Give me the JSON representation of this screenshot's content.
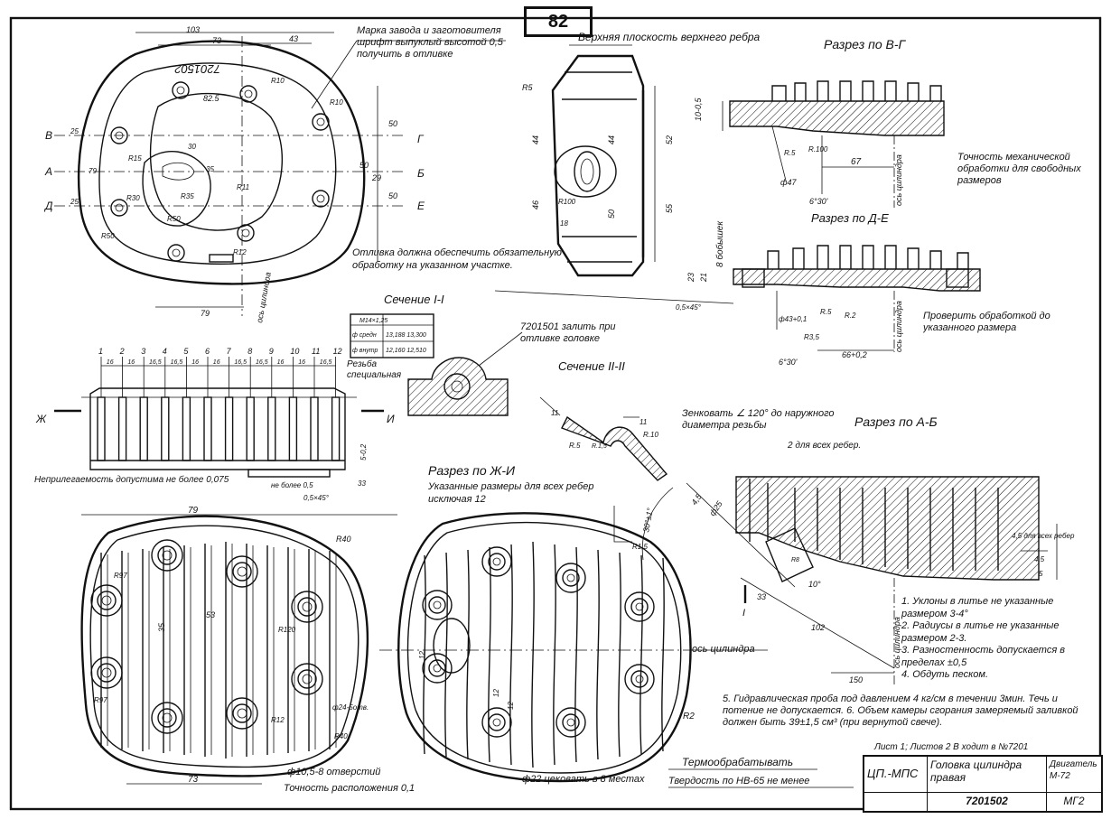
{
  "page_number": "82",
  "views": {
    "top_plan": {
      "dims": [
        "103",
        "73",
        "43",
        "82.5",
        "R50",
        "R10",
        "R15",
        "R35",
        "R10",
        "79",
        "79",
        "R11",
        "R30",
        "R50",
        "R12",
        "25",
        "25",
        "50",
        "50",
        "50",
        "29",
        "30",
        "35"
      ],
      "part_no_mirrored": "7201502",
      "note_marking": "Марка завода и заготовителя шрифт выпуклый высотой 0,5 получить в отливке",
      "section_letters_left": [
        "В",
        "А",
        "Д"
      ],
      "section_letters_right": [
        "Г",
        "Б",
        "Е"
      ],
      "axis_label": "ось цилиндра"
    },
    "side_view": {
      "title": "Верхняя плоскость верхнего ребра",
      "dims": [
        "R5",
        "44",
        "46",
        "44",
        "50",
        "52",
        "55",
        "R100",
        "18"
      ]
    },
    "section_vg": {
      "title": "Разрез по В-Г",
      "dims": [
        "10-0,5",
        "R.5",
        "R.100",
        "67",
        "ф47",
        "6°30'"
      ],
      "axis_label": "ось цилиндра",
      "note": "Точность механической обработки для свободных размеров"
    },
    "section_de": {
      "title": "Разрез по Д-Е",
      "dims": [
        "23",
        "21",
        "0,5×45°",
        "ф43+0,1",
        "R3,5",
        "R.2",
        "R.5",
        "66+0,2",
        "6°30'"
      ],
      "axis_label": "ось цилиндра",
      "side_label": "8 бобышек",
      "note": "Проверить обработкой до указанного размера"
    },
    "casting_note": "Отливка должна обеспечить обязательную обработку на указанном участке.",
    "section_i": {
      "title": "Сечение I-I",
      "table": {
        "header": [
          "М14×1,25",
          ""
        ],
        "rows": [
          [
            "ф средн",
            "13,188  13,300"
          ],
          [
            "ф внутр",
            "12,160  12,510"
          ]
        ]
      },
      "note_left": "Резьба специальная",
      "note_right": "7201501 залить при отливке головке"
    },
    "section_ii": {
      "title": "Сечение II-II",
      "dims": [
        "11",
        "11",
        "R.5",
        "R.1,5",
        "R.10"
      ]
    },
    "fin_profile": {
      "fin_numbers": [
        "1",
        "2",
        "3",
        "4",
        "5",
        "6",
        "7",
        "8",
        "9",
        "10",
        "11",
        "12"
      ],
      "pitch_labels": [
        "16",
        "16",
        "16,5",
        "16,5",
        "16",
        "16",
        "16,5",
        "16,5",
        "16",
        "16",
        "16,5"
      ],
      "letters": [
        "Ж",
        "И"
      ],
      "dims": [
        "5-0,2",
        "33",
        "0,5×45°"
      ],
      "note_flatness": "Неприлегаемость допустима не более 0,075",
      "note_small": "не более 0,5"
    },
    "section_ab": {
      "title": "Разрез по А-Б",
      "note_countersink": "Зенковать ∠ 120° до наружного диаметра резьбы",
      "note_fins": "2 для всех ребер.",
      "dims": [
        "4,5",
        "ф25",
        "30°±1°",
        "33",
        "10°",
        "102",
        "150",
        "4,5 для всех ребер",
        "4,5",
        "5",
        "R8"
      ],
      "axis_label": "ось цилиндра",
      "section_letter": "I"
    },
    "section_zh_i": {
      "title": "Разрез по Ж-И",
      "note_dims": "Указанные размеры для всех ребер исключая 12",
      "dims": [
        "79",
        "73",
        "R40",
        "R97",
        "R97",
        "R120",
        "R40",
        "R12",
        "53",
        "35",
        "12",
        "12",
        "12",
        "R1,5",
        "R2",
        "ф24-5отв."
      ],
      "axis_label": "ось цилиндра",
      "note_holes": "ф10,5-8 отверстий",
      "note_position": "Точность расположения 0,1",
      "note_spotface": "ф22 цековать в 8 местах"
    }
  },
  "tech_notes": [
    "1. Уклоны в литье не указанные размером 3-4°",
    "2. Радиусы в литье не указанные размером 2-3.",
    "3. Разностенность допускается в пределах ±0,5",
    "4. Обдуть песком.",
    "5. Гидравлическая проба под давлением 4 кг/см в течении 3мин. Течь и потение не допускается. 6. Объем камеры сгорания замеряемый заливкой должен быть 39±1,5 см³ (при вернутой свече).",
    "Лист 1; Листов 2   В ходит в №7201"
  ],
  "heat_treatment": {
    "line1": "Термообрабатывать",
    "line2": "Твердость по НВ-65 не менее"
  },
  "title_block": {
    "org": "ЦП.-МПС",
    "part_name": "Головка цилиндра правая",
    "engine": "Двигатель М-72",
    "part_no": "7201502",
    "code": "МГ2"
  }
}
